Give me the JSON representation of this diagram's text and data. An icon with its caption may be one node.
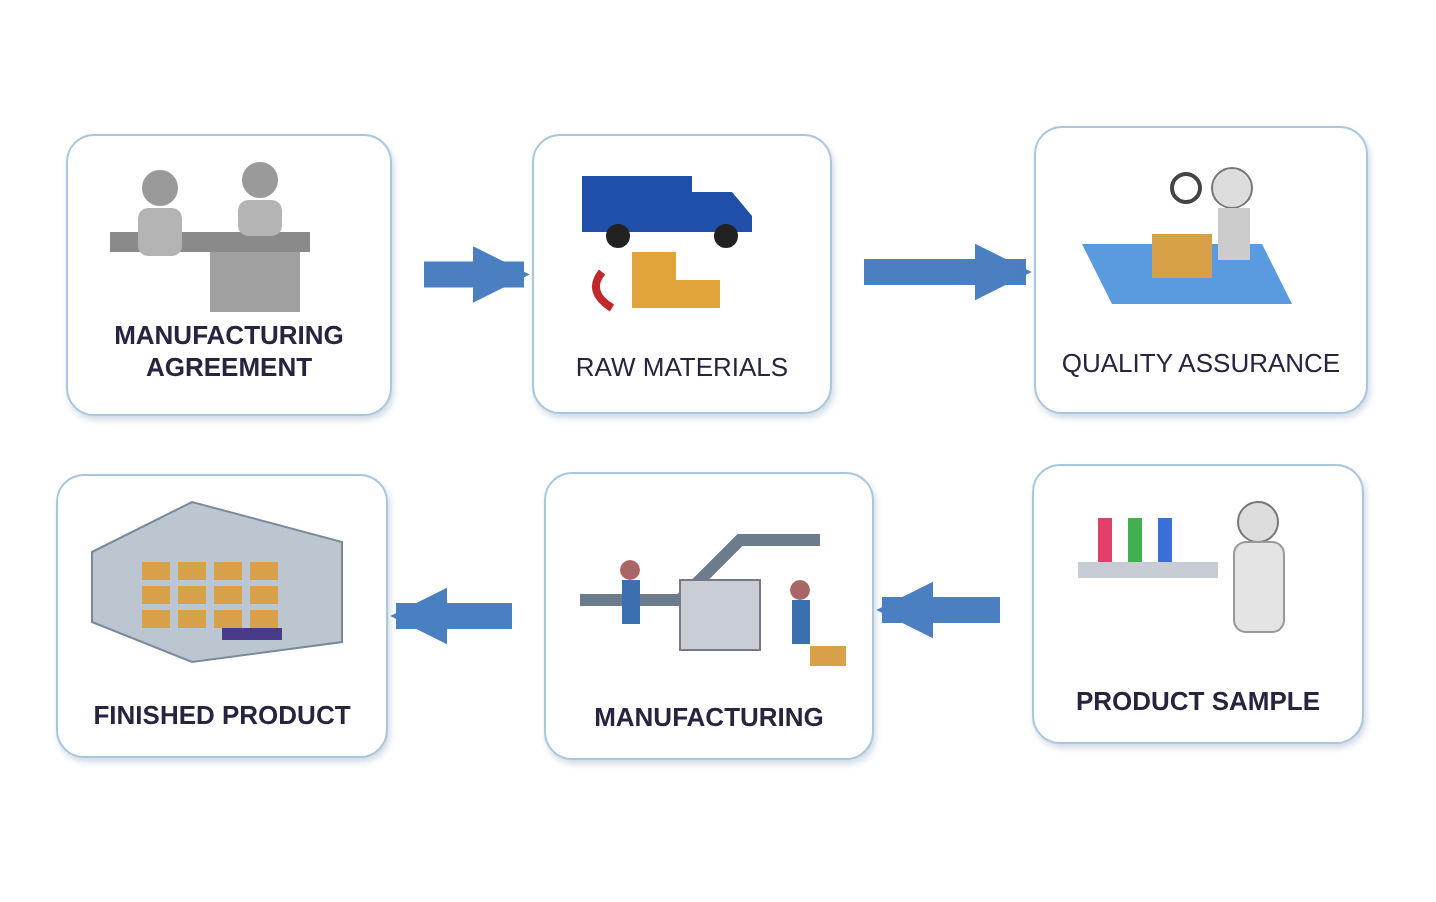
{
  "diagram": {
    "nodes": [
      {
        "text": [
          "MANUFACTURING AGREEMENT"
        ]
      },
      {
        "text": [
          "RAW MATERIALS"
        ]
      },
      {
        "text": [
          "QUALITY ASSURANCE"
        ]
      },
      {
        "text": [
          "FINISHED PRODUCT"
        ]
      },
      {
        "text": [
          "MANUFACTURING"
        ]
      },
      {
        "text": [
          "PRODUCT SAMPLE"
        ]
      }
    ],
    "edges": [
      {
        "from": 0,
        "to": 1,
        "arrow": "to"
      },
      {
        "from": 1,
        "to": 2,
        "arrow": "to"
      },
      {
        "from": 5,
        "to": 4,
        "arrow": "to"
      },
      {
        "from": 4,
        "to": 3,
        "arrow": "to"
      }
    ]
  }
}
